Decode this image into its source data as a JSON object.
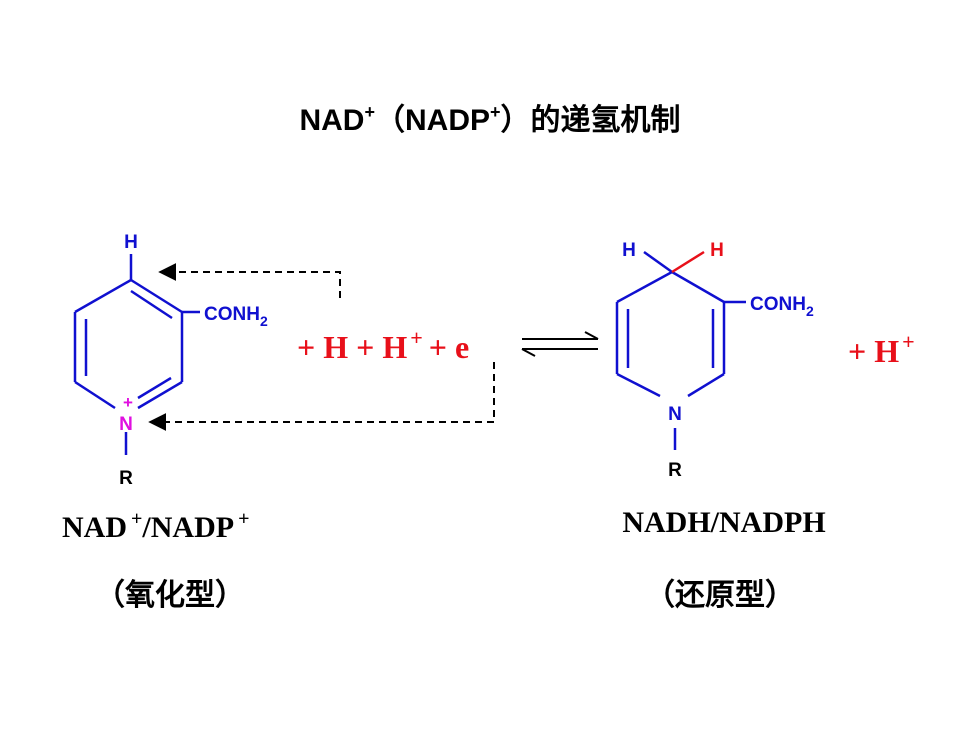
{
  "title": {
    "prefix": "NAD",
    "sup1": "+",
    "paren_open": "（",
    "middle": "NADP",
    "sup2": "+",
    "suffix": "）的递氢机制"
  },
  "oxidized": {
    "atom_h": "H",
    "conh": "CONH",
    "sub2": "2",
    "n": "N",
    "charge": "+",
    "r": "R",
    "name_nad": "NAD",
    "name_plus1": "+",
    "name_nadp": "/NADP",
    "name_plus2": "+",
    "form": "（氧化型）"
  },
  "equation": {
    "plus1": "+",
    "h": "H",
    "plus2": "+",
    "hplus": "H",
    "sup_plus": "+",
    "plus3": "+",
    "e": "e"
  },
  "reduced": {
    "h_left": "H",
    "h_right": "H",
    "conh": "CONH",
    "sub2": "2",
    "n": "N",
    "r": "R",
    "product_plus": "+",
    "product_h": "H",
    "product_sup": "+",
    "name": "NADH/NADPH",
    "form": "（还原型）"
  },
  "colors": {
    "bond_blue": "#1010d0",
    "atom_blue": "#1010d0",
    "red": "#e8101a",
    "magenta": "#e010e0",
    "black": "#000000"
  }
}
